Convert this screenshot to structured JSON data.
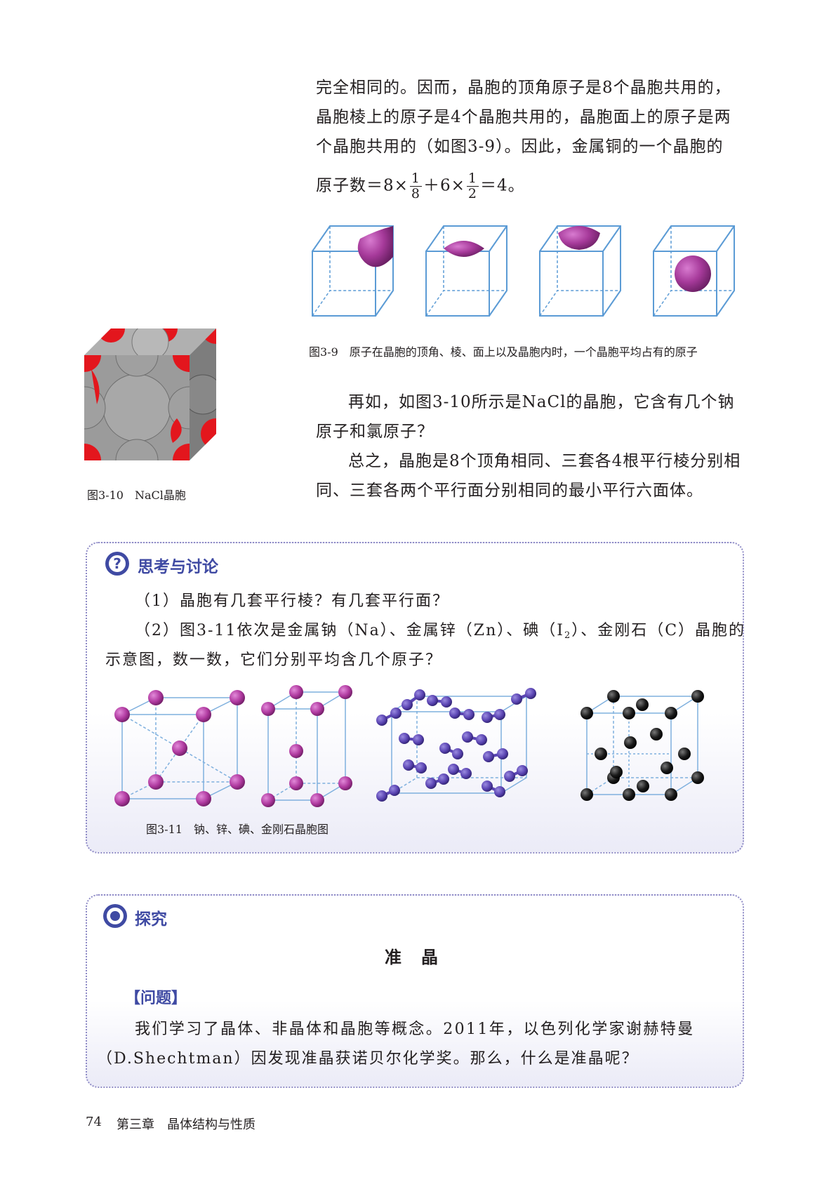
{
  "text": {
    "line1": "完全相同的。因而，晶胞的顶角原子是8个晶胞共用的，",
    "line2": "晶胞棱上的原子是4个晶胞共用的，晶胞面上的原子是两",
    "line3": "个晶胞共用的（如图3-9）。因此，金属铜的一个晶胞的",
    "formula_prefix": "原子数＝8×",
    "frac1_num": "1",
    "frac1_den": "8",
    "formula_mid": "＋6×",
    "frac2_num": "1",
    "frac2_den": "2",
    "formula_suffix": "＝4。",
    "para2": "再如，如图3-10所示是NaCl的晶胞，它含有几个钠原子和氯原子？",
    "para3": "总之，晶胞是8个顶角相同、三套各4根平行棱分别相同、三套各两个平行面分别相同的最小平行六面体。"
  },
  "figures": {
    "fig39_caption": "图3-9　原子在晶胞的顶角、棱、面上以及晶胞内时，一个晶胞平均占有的原子",
    "fig310_caption": "图3-10　NaCl晶胞",
    "fig311_caption": "图3-11　钠、锌、碘、金刚石晶胞图"
  },
  "discussion": {
    "title": "思考与讨论",
    "q1": "（1）晶胞有几套平行棱？有几套平行面？",
    "q2_part1": "（2）图3-11依次是金属钠（Na）、金属锌（Zn）、碘（I",
    "q2_sub": "2",
    "q2_part2": "）、金刚石（C）晶胞的",
    "q2_line2": "示意图，数一数，它们分别平均含几个原子？"
  },
  "explore": {
    "title": "探究",
    "heading": "准　晶",
    "question_label": "【问题】",
    "text_line1": "我们学习了晶体、非晶体和晶胞等概念。2011年，以色列化学家谢赫特曼",
    "text_line2": "（D.Shechtman）因发现准晶获诺贝尔化学奖。那么，什么是准晶呢？"
  },
  "footer": {
    "page_number": "74",
    "chapter": "第三章　晶体结构与性质"
  },
  "colors": {
    "cube_edge": "#5b9bd5",
    "atom_purple": "#a63a9a",
    "box_border": "#8f8bc6",
    "title_blue": "#3f4aa3",
    "nacl_red": "#e3161d",
    "nacl_gray": "#9b9b9b"
  }
}
